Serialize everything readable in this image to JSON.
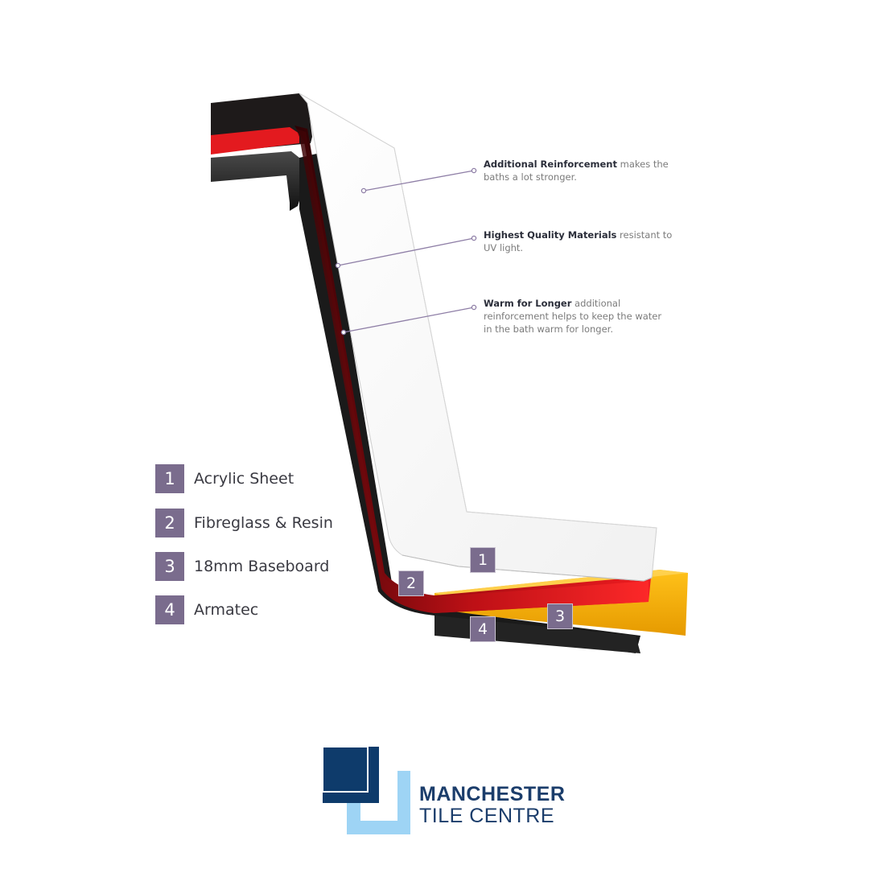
{
  "callouts": [
    {
      "title": "Additional Reinforcement",
      "text": " makes the baths a lot stronger."
    },
    {
      "title": "Highest Quality Materials",
      "text": " resistant to UV light."
    },
    {
      "title": "Warm for Longer",
      "text": " additional reinforcement helps to keep the water in the bath warm for longer."
    }
  ],
  "legend": [
    {
      "number": "1",
      "label": "Acrylic Sheet"
    },
    {
      "number": "2",
      "label": "Fibreglass & Resin"
    },
    {
      "number": "3",
      "label": "18mm Baseboard"
    },
    {
      "number": "4",
      "label": "Armatec"
    }
  ],
  "badges": [
    "1",
    "2",
    "3",
    "4"
  ],
  "logo": {
    "line1": "MANCHESTER",
    "line2": "TILE CENTRE",
    "colors": {
      "dark": "#0e3b6b",
      "light": "#9ed4f5",
      "text": "#1b3d6b"
    }
  },
  "colors": {
    "acrylic": "#ffffff",
    "fibreglass": "#e0141b",
    "baseboard": "#f4b400",
    "armatec": "#2b2b2b",
    "legend_badge": "#7a6c8d",
    "leader_line": "#8e7ea6"
  }
}
